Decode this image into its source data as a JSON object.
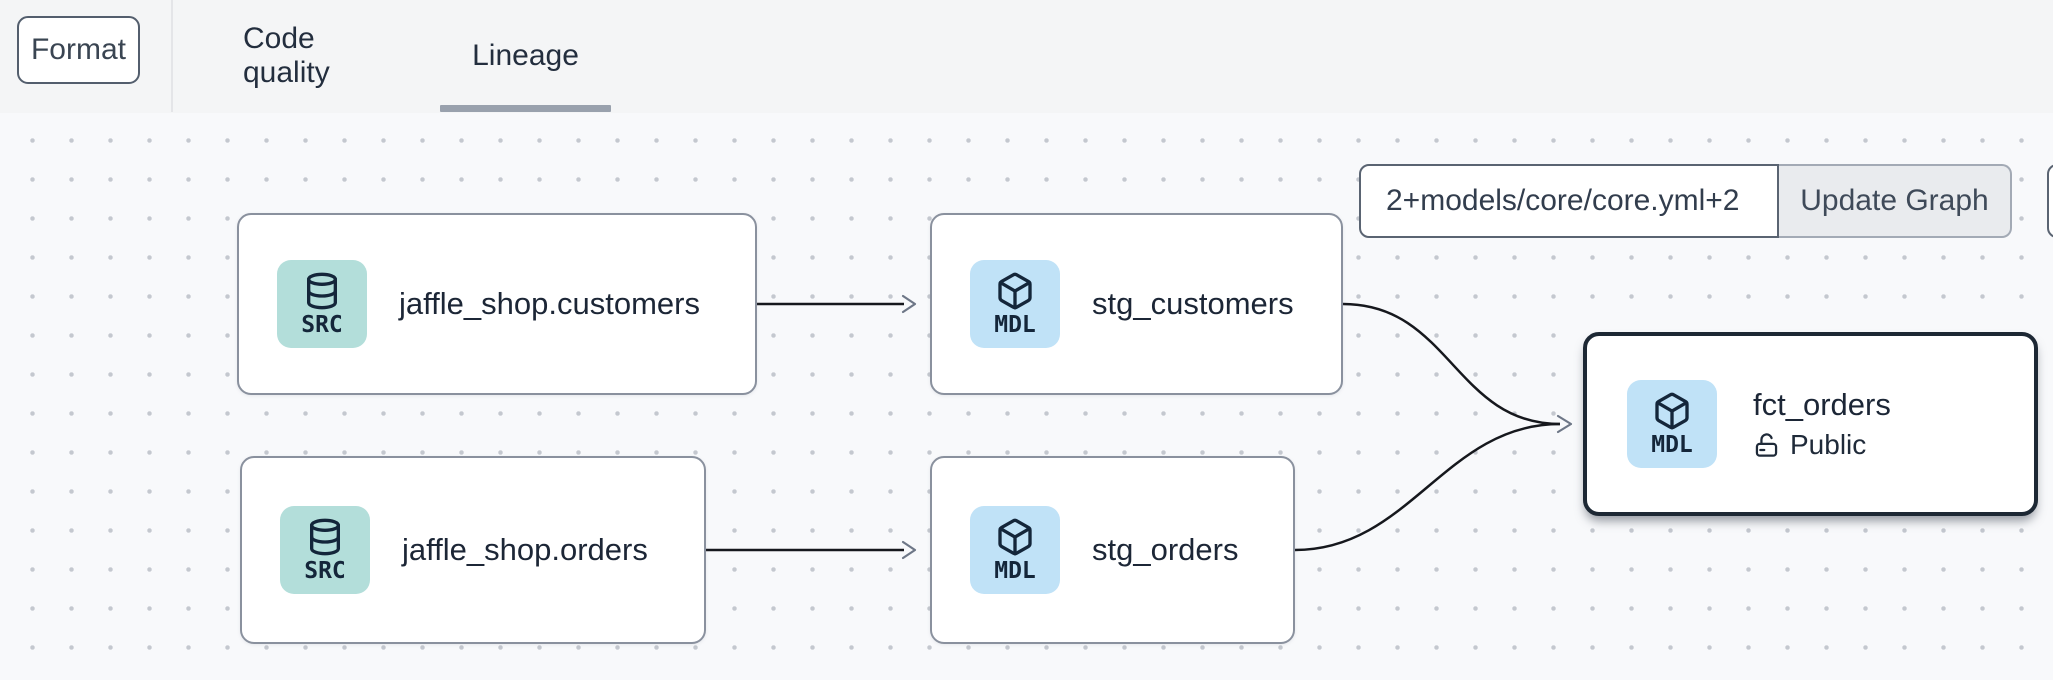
{
  "topbar": {
    "format_label": "Format",
    "tabs": [
      {
        "label": "Code quality",
        "active": false
      },
      {
        "label": "Lineage",
        "active": true
      }
    ]
  },
  "toolbar": {
    "selector_value": "2+models/core/core.yml+2",
    "update_button_label": "Update Graph"
  },
  "graph": {
    "nodes": [
      {
        "id": "source-jaffle-shop-customers",
        "badge": "SRC",
        "label": "jaffle_shop.customers",
        "type": "source"
      },
      {
        "id": "model-stg-customers",
        "badge": "MDL",
        "label": "stg_customers",
        "type": "model"
      },
      {
        "id": "source-jaffle-shop-orders",
        "badge": "SRC",
        "label": "jaffle_shop.orders",
        "type": "source"
      },
      {
        "id": "model-stg-orders",
        "badge": "MDL",
        "label": "stg_orders",
        "type": "model"
      },
      {
        "id": "model-fct-orders",
        "badge": "MDL",
        "label": "fct_orders",
        "sublabel": "Public",
        "type": "model",
        "selected": true
      }
    ],
    "edges": [
      {
        "from": "source-jaffle-shop-customers",
        "to": "model-stg-customers"
      },
      {
        "from": "source-jaffle-shop-orders",
        "to": "model-stg-orders"
      },
      {
        "from": "model-stg-customers",
        "to": "model-fct-orders"
      },
      {
        "from": "model-stg-orders",
        "to": "model-fct-orders"
      }
    ]
  },
  "colors": {
    "topbar_bg": "#f4f5f6",
    "canvas_bg": "#f8f9fb",
    "grid_dot": "#c4c8cf",
    "node_border": "#8a919e",
    "node_selected_border": "#1d2834",
    "badge_source_bg": "#b3deda",
    "badge_model_bg": "#c0e2f7",
    "text_dark": "#1c2636",
    "tab_underline": "#99a1ad",
    "edge_line": "#16181d",
    "arrowhead": "#6e7787",
    "update_btn_bg": "#e9ebee"
  }
}
